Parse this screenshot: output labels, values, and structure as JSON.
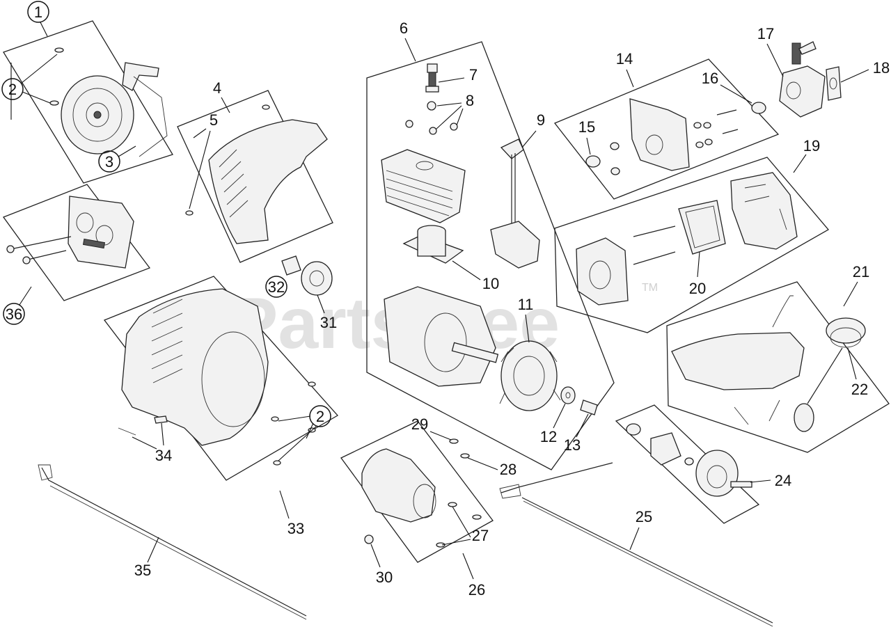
{
  "watermark": {
    "text": "PartsTree",
    "tm": "TM"
  },
  "callouts": {
    "c1": "1",
    "c2a": "2",
    "c2b": "2",
    "c3": "3",
    "c4": "4",
    "c5": "5",
    "c6": "6",
    "c7": "7",
    "c8": "8",
    "c9": "9",
    "c10": "10",
    "c11": "11",
    "c12": "12",
    "c13": "13",
    "c14": "14",
    "c15": "15",
    "c16": "16",
    "c17": "17",
    "c18": "18",
    "c19": "19",
    "c20": "20",
    "c21": "21",
    "c22": "22",
    "c24": "24",
    "c25": "25",
    "c26": "26",
    "c27": "27",
    "c28": "28",
    "c29": "29",
    "c30": "30",
    "c31": "31",
    "c32": "32",
    "c33": "33",
    "c34": "34",
    "c35": "35",
    "c36": "36"
  }
}
